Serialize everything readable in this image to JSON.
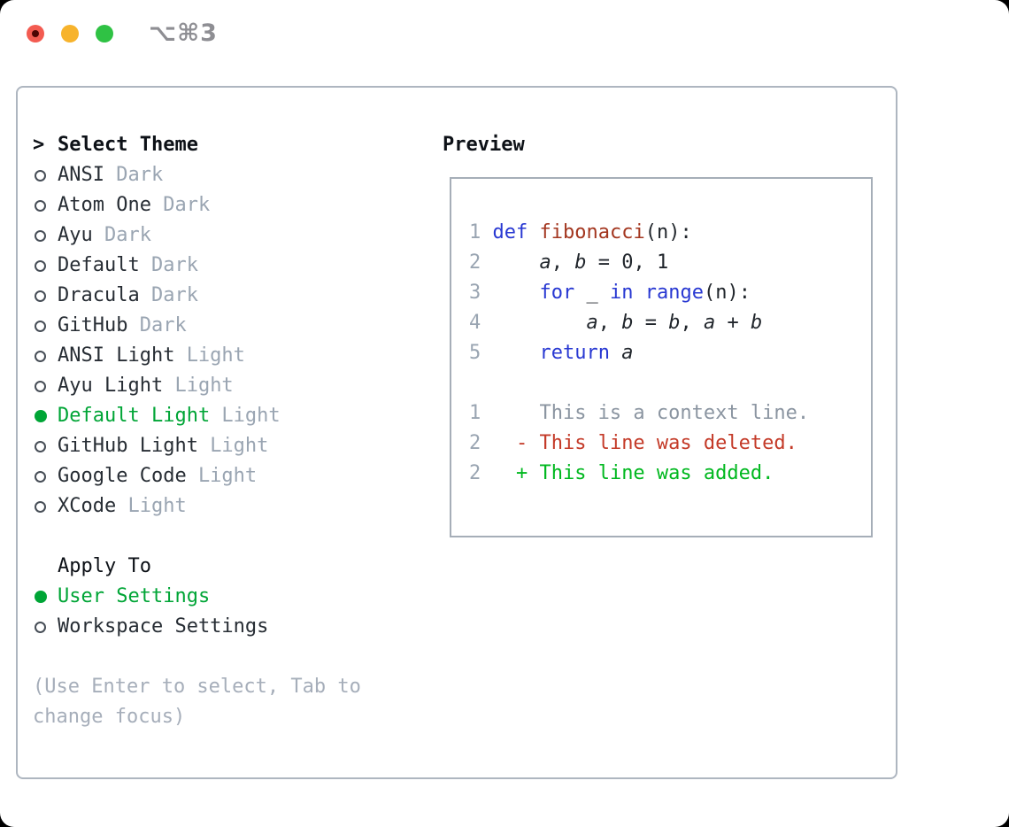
{
  "window": {
    "title": "⌥⌘3",
    "traffic_lights": [
      "close",
      "minimize",
      "zoom"
    ]
  },
  "theme_selector": {
    "prompt": ">",
    "title": "Select Theme",
    "items": [
      {
        "name": "ANSI",
        "tag": "Dark",
        "selected": false
      },
      {
        "name": "Atom One",
        "tag": "Dark",
        "selected": false
      },
      {
        "name": "Ayu",
        "tag": "Dark",
        "selected": false
      },
      {
        "name": "Default",
        "tag": "Dark",
        "selected": false
      },
      {
        "name": "Dracula",
        "tag": "Dark",
        "selected": false
      },
      {
        "name": "GitHub",
        "tag": "Dark",
        "selected": false
      },
      {
        "name": "ANSI Light",
        "tag": "Light",
        "selected": false
      },
      {
        "name": "Ayu Light",
        "tag": "Light",
        "selected": false
      },
      {
        "name": "Default Light",
        "tag": "Light",
        "selected": true
      },
      {
        "name": "GitHub Light",
        "tag": "Light",
        "selected": false
      },
      {
        "name": "Google Code",
        "tag": "Light",
        "selected": false
      },
      {
        "name": "XCode",
        "tag": "Light",
        "selected": false
      }
    ]
  },
  "apply_to": {
    "title": "Apply To",
    "items": [
      {
        "name": "User Settings",
        "selected": true
      },
      {
        "name": "Workspace Settings",
        "selected": false
      }
    ]
  },
  "hint": "(Use Enter to select, Tab to change focus)",
  "preview": {
    "title": "Preview",
    "lines": [
      {
        "num": "1",
        "segments": [
          {
            "t": " ",
            "s": "plain"
          },
          {
            "t": "def",
            "s": "keyword"
          },
          {
            "t": " ",
            "s": "plain"
          },
          {
            "t": "fibonacci",
            "s": "function"
          },
          {
            "t": "(n):",
            "s": "plain"
          }
        ]
      },
      {
        "num": "2",
        "segments": [
          {
            "t": "     ",
            "s": "plain"
          },
          {
            "t": "a",
            "s": "var"
          },
          {
            "t": ", ",
            "s": "plain"
          },
          {
            "t": "b",
            "s": "var"
          },
          {
            "t": " = 0, 1",
            "s": "plain"
          }
        ]
      },
      {
        "num": "3",
        "segments": [
          {
            "t": "     ",
            "s": "plain"
          },
          {
            "t": "for",
            "s": "keyword"
          },
          {
            "t": " _ ",
            "s": "plain"
          },
          {
            "t": "in",
            "s": "keyword"
          },
          {
            "t": " ",
            "s": "plain"
          },
          {
            "t": "range",
            "s": "keyword"
          },
          {
            "t": "(n):",
            "s": "plain"
          }
        ]
      },
      {
        "num": "4",
        "segments": [
          {
            "t": "         ",
            "s": "plain"
          },
          {
            "t": "a",
            "s": "var"
          },
          {
            "t": ", ",
            "s": "plain"
          },
          {
            "t": "b",
            "s": "var"
          },
          {
            "t": " = ",
            "s": "plain"
          },
          {
            "t": "b",
            "s": "var"
          },
          {
            "t": ", ",
            "s": "plain"
          },
          {
            "t": "a",
            "s": "var"
          },
          {
            "t": " + ",
            "s": "plain"
          },
          {
            "t": "b",
            "s": "var"
          }
        ]
      },
      {
        "num": "5",
        "segments": [
          {
            "t": "     ",
            "s": "plain"
          },
          {
            "t": "return",
            "s": "keyword"
          },
          {
            "t": " ",
            "s": "plain"
          },
          {
            "t": "a",
            "s": "var"
          }
        ]
      },
      {
        "num": "",
        "segments": []
      },
      {
        "num": "1",
        "segments": [
          {
            "t": "     This is a context line.",
            "s": "context"
          }
        ]
      },
      {
        "num": "2",
        "segments": [
          {
            "t": "   ",
            "s": "plain"
          },
          {
            "t": "- This line was deleted.",
            "s": "removed"
          }
        ]
      },
      {
        "num": "2",
        "segments": [
          {
            "t": "   ",
            "s": "plain"
          },
          {
            "t": "+ This line was added.",
            "s": "added"
          }
        ]
      }
    ]
  },
  "colors": {
    "selection_green": "#00a536",
    "added_green": "#00b81f",
    "removed_red": "#c43a28",
    "keyword_blue": "#2838d2",
    "function_red": "#a3361f",
    "muted_gray": "#9aa5b2",
    "panel_border": "#aeb6c0",
    "traffic_red": "#f35b51",
    "traffic_yellow": "#f7b32c",
    "traffic_green": "#2fc244"
  }
}
